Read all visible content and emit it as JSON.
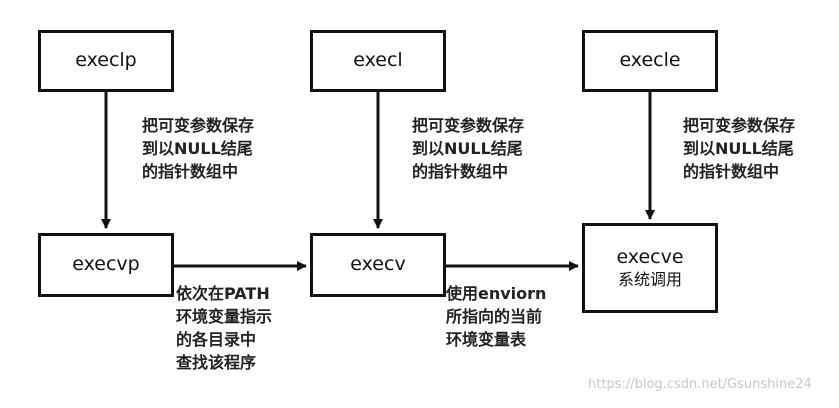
{
  "boxes": {
    "execlp": "execlp",
    "execl": "execl",
    "execle": "execle",
    "execvp": "execvp",
    "execv": "execv",
    "execve": "execve",
    "execve_sub": "系统调用"
  },
  "notes": {
    "note_execlp": "把可变参数保存\n到以NULL结尾\n的指针数组中",
    "note_execl": "把可变参数保存\n到以NULL结尾\n的指针数组中",
    "note_execle": "把可变参数保存\n到以NULL结尾\n的指针数组中",
    "note_path": "依次在PATH\n环境变量指示\n的各目录中\n查找该程序",
    "note_env": "使用enviorn\n所指向的当前\n环境变量表"
  },
  "watermark": "https://blog.csdn.net/Gsunshine24"
}
